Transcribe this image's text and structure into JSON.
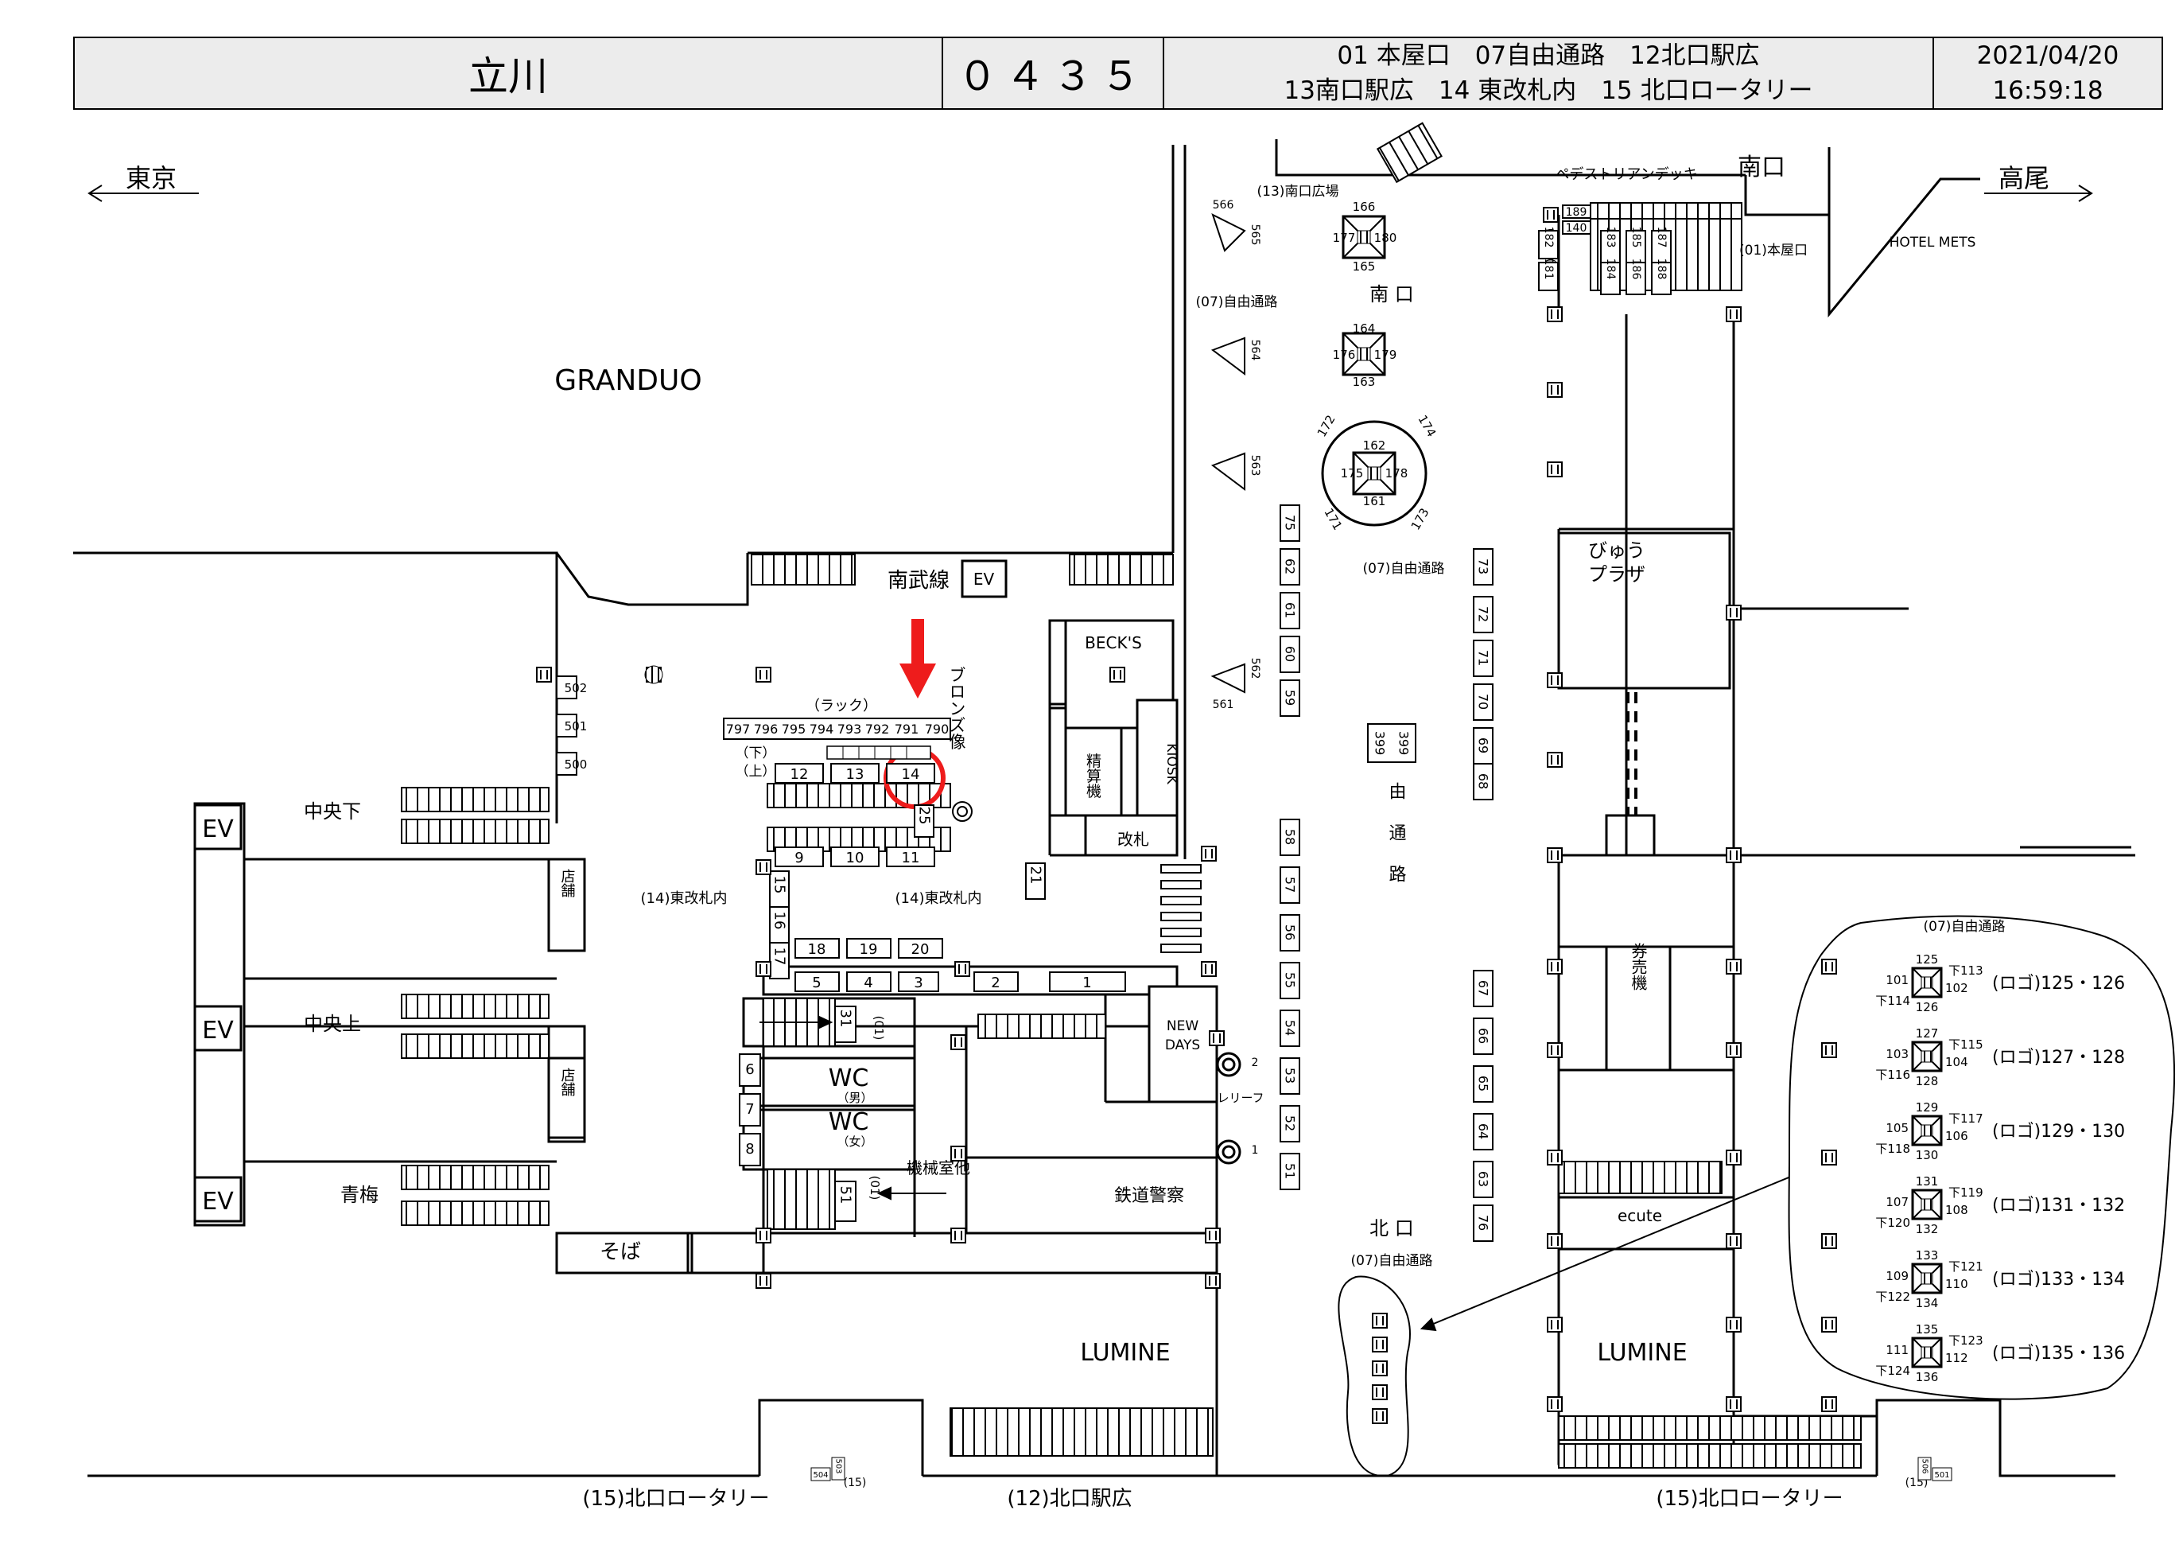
{
  "header": {
    "station": "立川",
    "code": "０４３５",
    "areas_line1": "01 本屋口　07自由通路　12北口駅広",
    "areas_line2": "13南口駅広　14 東改札内　15 北口ロータリー",
    "date": "2021/04/20",
    "time": "16:59:18"
  },
  "directions": {
    "left": "東京",
    "right": "高尾"
  },
  "places": {
    "granduo": "GRANDUO",
    "nambu": "南武線",
    "ev": "EV",
    "becks": "BECK'S",
    "kiosk": "KIOSK",
    "seisanki": "精算機",
    "kaisatsu": "改札",
    "bronze": "ブロンズ像",
    "rack": "（ラック）",
    "shita": "（下）",
    "ue": "（上）",
    "higashi_kaisatsu": "(14)東改札内",
    "chuo_shita": "中央下",
    "chuo_ue": "中央上",
    "ome": "青梅",
    "tenpo": "店舗",
    "soba": "そば",
    "wc": "WC",
    "men": "（男）",
    "women": "（女）",
    "kikaishitsu": "機械室他",
    "tetsudo_keisatsu": "鉄道警察",
    "relief": "レリーフ",
    "newdays": "NEW DAYS",
    "lumine": "LUMINE",
    "minamiguchi": "南口",
    "minamiguchi2": "南 口",
    "kitaguchi": "北 口",
    "pedestrian_deck": "ペデストリアンデッキ",
    "minami_hiroba": "(13)南口広場",
    "jiyu_tsuro": "(07)自由通路",
    "jiyu_tsuro_v": "自由通路",
    "honyaguchi": "(01)本屋口",
    "hotel_mets": "HOTEL METS",
    "viewplaza": "びゅうプラザ",
    "kenbaiki": "券売機",
    "ecute": "ecute",
    "kita_rotary": "(15)北口ロータリー",
    "kita_ekihiro": "(12)北口駅広",
    "p01": "(01)",
    "p15": "(15)"
  },
  "poster_numbers": {
    "rack": [
      "797",
      "796",
      "795",
      "794",
      "793",
      "792",
      "791",
      "790"
    ],
    "row_top": [
      "12",
      "13",
      "14"
    ],
    "row_mid": [
      "9",
      "10",
      "11"
    ],
    "row_low": [
      "18",
      "19",
      "20"
    ],
    "row_bottom": [
      "5",
      "4",
      "3",
      "2",
      "1"
    ],
    "left_col": [
      "15",
      "16",
      "17"
    ],
    "n25": "25",
    "n21": "21",
    "n31": "31",
    "n51": "51",
    "n6": "6",
    "n7": "7",
    "n8": "8",
    "wall": [
      "502",
      "501",
      "500"
    ],
    "free_left": [
      "75",
      "62",
      "61",
      "60",
      "59",
      "58",
      "57",
      "56",
      "55",
      "54",
      "53",
      "52",
      "51"
    ],
    "free_right_top": [
      "73",
      "72",
      "71",
      "70",
      "69",
      "68"
    ],
    "free_right_bottom": [
      "67",
      "66",
      "65",
      "64",
      "63",
      "76"
    ],
    "center_pair": [
      "399",
      "399"
    ],
    "south_posts": [
      {
        "top": "166",
        "left": "177",
        "right": "180",
        "bottom": "165"
      },
      {
        "top": "164",
        "left": "176",
        "right": "179",
        "bottom": "163"
      },
      {
        "top": "162",
        "left": "175",
        "right": "178",
        "bottom": "161"
      }
    ],
    "round_post": [
      "172",
      "174",
      "171",
      "173"
    ],
    "stand_labels": [
      "566",
      "565",
      "564",
      "563",
      "562",
      "561"
    ],
    "honya": [
      "189",
      "140",
      "183",
      "184",
      "185",
      "186",
      "187",
      "188",
      "182",
      "181"
    ],
    "relief_nums": [
      "2",
      "1"
    ],
    "rotary_left": [
      "504",
      "503"
    ],
    "rotary_right": [
      "501",
      "506"
    ]
  },
  "callout": {
    "title": "(07)自由通路",
    "pillars": [
      {
        "top": "125",
        "tr": "下113",
        "l": "101",
        "r": "102",
        "bl": "下114",
        "b": "126",
        "name": "(ロゴ)125・126"
      },
      {
        "top": "127",
        "tr": "下115",
        "l": "103",
        "r": "104",
        "bl": "下116",
        "b": "128",
        "name": "(ロゴ)127・128"
      },
      {
        "top": "129",
        "tr": "下117",
        "l": "105",
        "r": "106",
        "bl": "下118",
        "b": "130",
        "name": "(ロゴ)129・130"
      },
      {
        "top": "131",
        "tr": "下119",
        "l": "107",
        "r": "108",
        "bl": "下120",
        "b": "132",
        "name": "(ロゴ)131・132"
      },
      {
        "top": "133",
        "tr": "下121",
        "l": "109",
        "r": "110",
        "bl": "下122",
        "b": "134",
        "name": "(ロゴ)133・134"
      },
      {
        "top": "135",
        "tr": "下123",
        "l": "111",
        "r": "112",
        "bl": "下124",
        "b": "136",
        "name": "(ロゴ)135・136"
      }
    ]
  },
  "highlight": {
    "target": "14",
    "color": "#ee1c1c"
  }
}
